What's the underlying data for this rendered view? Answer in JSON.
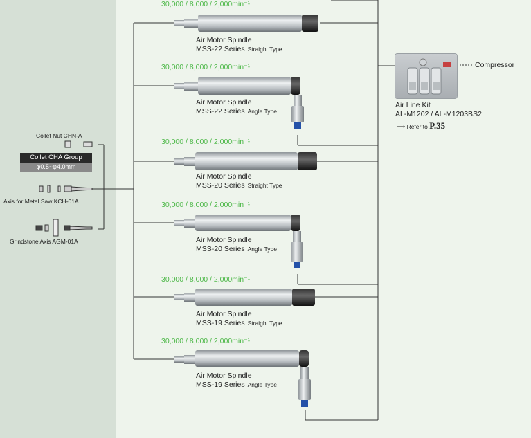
{
  "spindles": [
    {
      "speed": "30,000 / 8,000 / 2,000min⁻¹",
      "name": "Air Motor Spindle",
      "series": "MSS-22 Series",
      "type": "Straight Type"
    },
    {
      "speed": "30,000 / 8,000 / 2,000min⁻¹",
      "name": "Air Motor Spindle",
      "series": "MSS-22 Series",
      "type": "Angle Type"
    },
    {
      "speed": "30,000 / 8,000 / 2,000min⁻¹",
      "name": "Air Motor Spindle",
      "series": "MSS-20 Series",
      "type": "Straight Type"
    },
    {
      "speed": "30,000 / 8,000 / 2,000min⁻¹",
      "name": "Air Motor Spindle",
      "series": "MSS-20 Series",
      "type": "Angle Type"
    },
    {
      "speed": "30,000 / 8,000 / 2,000min⁻¹",
      "name": "Air Motor Spindle",
      "series": "MSS-19 Series",
      "type": "Straight Type"
    },
    {
      "speed": "30,000 / 8,000 / 2,000min⁻¹",
      "name": "Air Motor Spindle",
      "series": "MSS-19 Series",
      "type": "Angle Type"
    }
  ],
  "accessories": {
    "collet_nut": "Collet Nut  CHN-A",
    "cha_group": "Collet  CHA Group",
    "cha_range": "φ0.5~φ4.0mm",
    "metal_saw": "Axis for Metal Saw  KCH-01A",
    "grindstone": "Grindstone Axis  AGM-01A"
  },
  "air_line": {
    "compressor": "Compressor",
    "title": "Air Line Kit",
    "models": "AL-M1202 / AL-M1203BS2",
    "refer_prefix": "Refer to",
    "refer_page": "P.35"
  }
}
